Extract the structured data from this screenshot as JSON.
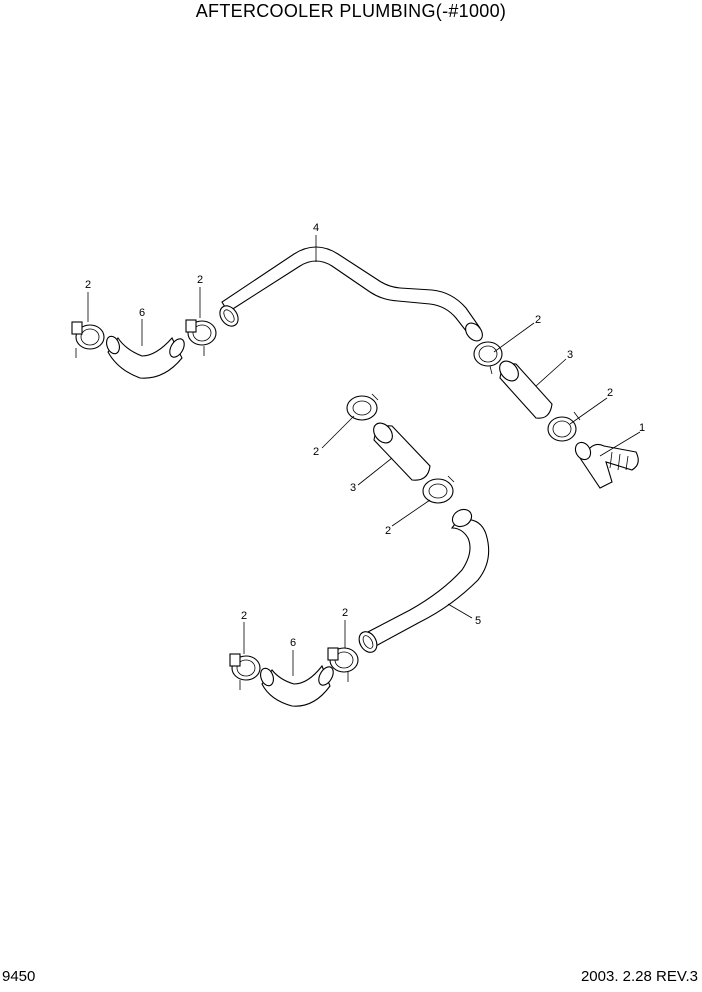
{
  "title": "AFTERCOOLER PLUMBING(-#1000)",
  "page_number": "9450",
  "revision": "2003. 2.28  REV.3",
  "callouts": [
    {
      "id": "c-4",
      "label": "4"
    },
    {
      "id": "c-2a",
      "label": "2"
    },
    {
      "id": "c-2b",
      "label": "2"
    },
    {
      "id": "c-6a",
      "label": "6"
    },
    {
      "id": "c-2c",
      "label": "2"
    },
    {
      "id": "c-3a",
      "label": "3"
    },
    {
      "id": "c-2d",
      "label": "2"
    },
    {
      "id": "c-1",
      "label": "1"
    },
    {
      "id": "c-2e",
      "label": "2"
    },
    {
      "id": "c-3b",
      "label": "3"
    },
    {
      "id": "c-2f",
      "label": "2"
    },
    {
      "id": "c-5",
      "label": "5"
    },
    {
      "id": "c-2g",
      "label": "2"
    },
    {
      "id": "c-2h",
      "label": "2"
    },
    {
      "id": "c-6b",
      "label": "6"
    }
  ]
}
